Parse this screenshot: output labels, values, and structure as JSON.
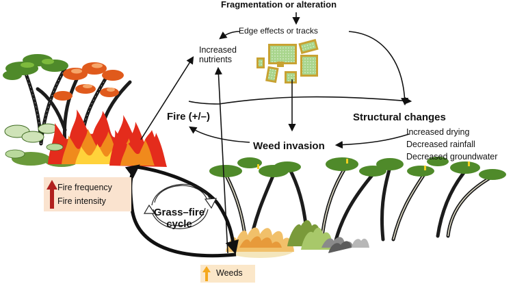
{
  "labels": {
    "top": "Fragmentation or alteration",
    "edge": "Edge effects or tracks",
    "nutrients": [
      "Increased",
      "nutrients"
    ],
    "fire": "Fire (+/–)",
    "structural": "Structural changes",
    "structural_effects": [
      "Increased drying",
      "Decreased rainfall",
      "Decreased groundwater"
    ],
    "weed_invasion": "Weed invasion",
    "grass_fire": [
      "Grass–fire",
      "cycle"
    ],
    "fire_box": [
      "Fire frequency",
      "Fire intensity"
    ],
    "weeds_box": "Weeds"
  },
  "colors": {
    "fire_up_arrow": "#b0201e",
    "weeds_up_arrow": "#f4a81d",
    "patch_fill": "#a8d58c",
    "patch_border": "#c8a232",
    "tree_foliage": "#4f8a2a",
    "flame_red": "#e42c1c",
    "flame_orange": "#f08a1c"
  }
}
